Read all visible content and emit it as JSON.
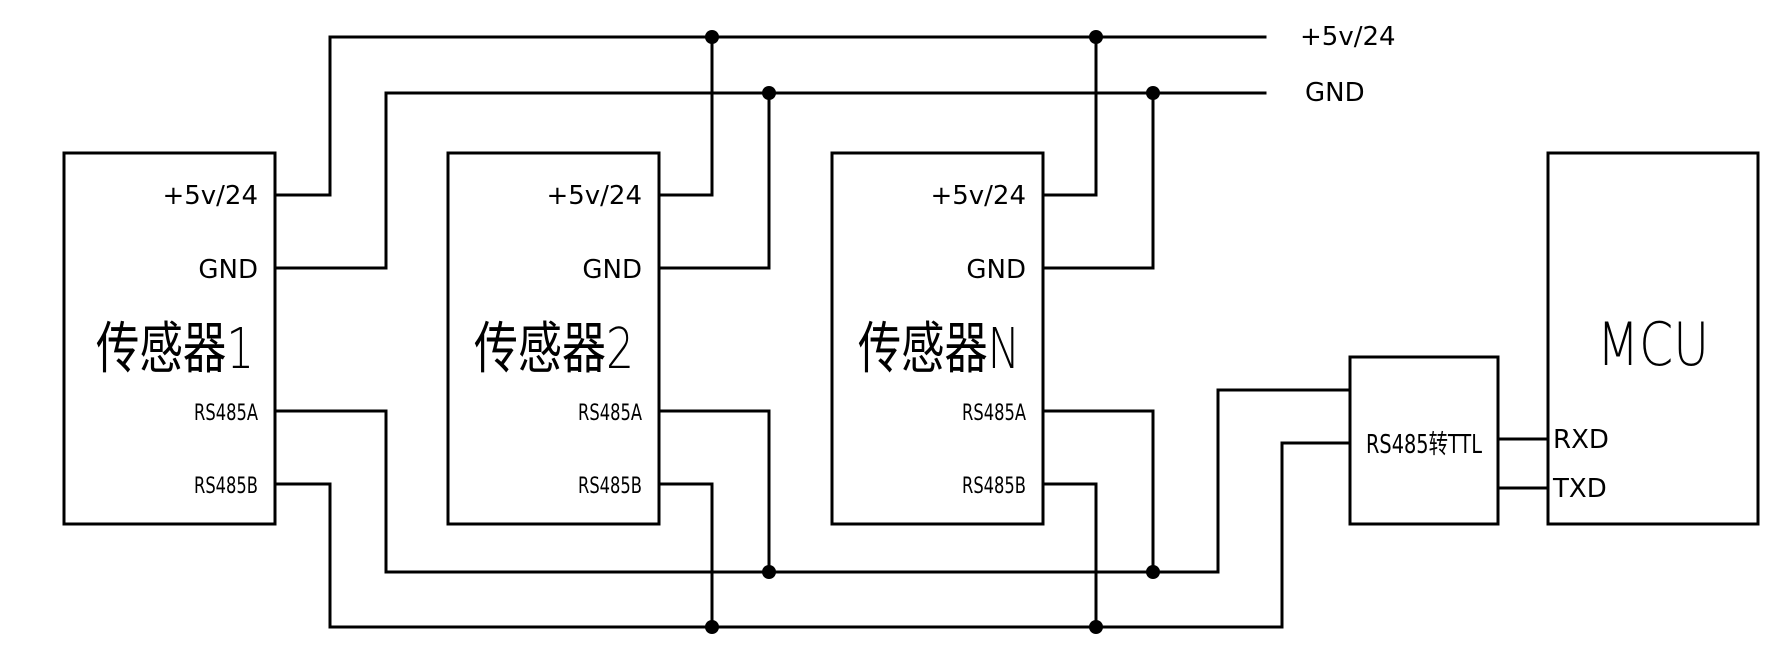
{
  "rails": {
    "power_label": "+5v/24",
    "ground_label": "GND"
  },
  "sensors": [
    {
      "title": "传感器1",
      "pins": {
        "power": "+5v/24",
        "ground": "GND",
        "a": "RS485A",
        "b": "RS485B"
      }
    },
    {
      "title": "传感器2",
      "pins": {
        "power": "+5v/24",
        "ground": "GND",
        "a": "RS485A",
        "b": "RS485B"
      }
    },
    {
      "title": "传感器N",
      "pins": {
        "power": "+5v/24",
        "ground": "GND",
        "a": "RS485A",
        "b": "RS485B"
      }
    }
  ],
  "converter": {
    "label": "RS485转TTL"
  },
  "mcu": {
    "title": "MCU",
    "pins": {
      "rx": "RXD",
      "tx": "TXD"
    }
  },
  "colors": {
    "ink": "#000000",
    "background": "#ffffff"
  }
}
